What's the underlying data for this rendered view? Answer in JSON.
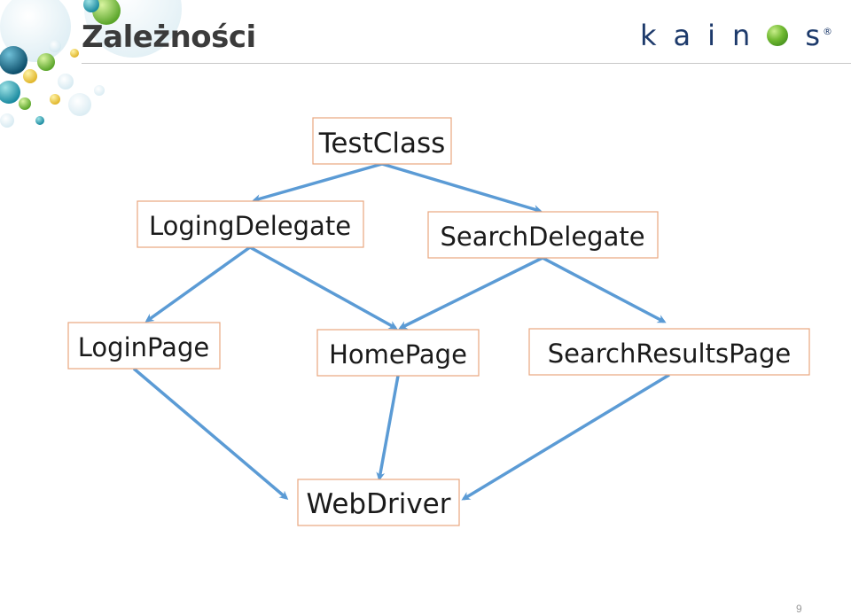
{
  "slide": {
    "title": "Zależności",
    "page_number": "9"
  },
  "logo": {
    "letters": [
      "k",
      "a",
      "i",
      "n",
      "s"
    ],
    "registered": "®",
    "colors": {
      "text": "#1d3a6b",
      "ball": "#6fb830"
    }
  },
  "diagram": {
    "nodes": [
      {
        "id": "testclass",
        "label": "TestClass"
      },
      {
        "id": "logingdelegate",
        "label": "LogingDelegate"
      },
      {
        "id": "searchdelegate",
        "label": "SearchDelegate"
      },
      {
        "id": "loginpage",
        "label": "LoginPage"
      },
      {
        "id": "homepage",
        "label": "HomePage"
      },
      {
        "id": "searchresultspage",
        "label": "SearchResultsPage"
      },
      {
        "id": "webdriver",
        "label": "WebDriver"
      }
    ],
    "edges": [
      {
        "from": "testclass",
        "to": "logingdelegate"
      },
      {
        "from": "testclass",
        "to": "searchdelegate"
      },
      {
        "from": "logingdelegate",
        "to": "loginpage"
      },
      {
        "from": "logingdelegate",
        "to": "homepage"
      },
      {
        "from": "searchdelegate",
        "to": "homepage"
      },
      {
        "from": "searchdelegate",
        "to": "searchresultspage"
      },
      {
        "from": "loginpage",
        "to": "webdriver"
      },
      {
        "from": "homepage",
        "to": "webdriver"
      },
      {
        "from": "searchresultspage",
        "to": "webdriver"
      }
    ],
    "colors": {
      "box_border": "#e8a77f",
      "arrow": "#5b9bd5",
      "text": "#1a1a1a"
    }
  }
}
